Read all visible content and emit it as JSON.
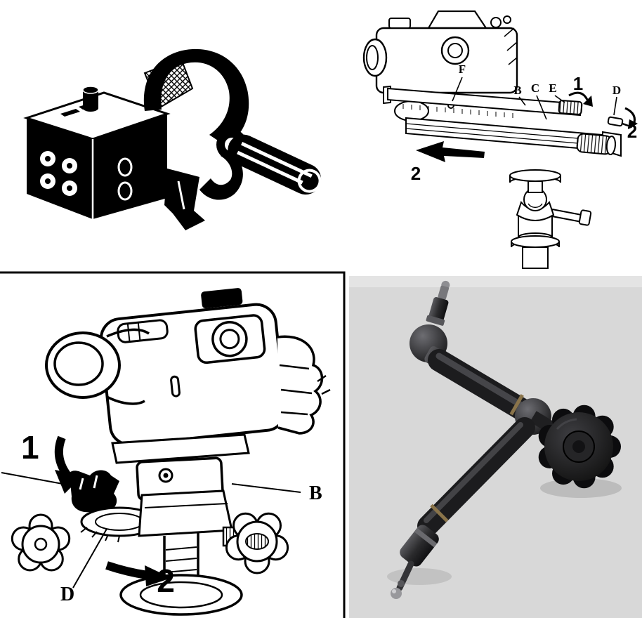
{
  "panel_top_right": {
    "label_f": "F",
    "label_b": "B",
    "label_c": "C",
    "label_e": "E",
    "label_d": "D",
    "step_1": "1",
    "step_2_right": "2",
    "step_2_bottom": "2"
  },
  "panel_bottom_left": {
    "step_1": "1",
    "step_2": "2",
    "label_b": "B",
    "label_d": "D"
  },
  "colors": {
    "ink": "#000000",
    "paper": "#ffffff",
    "photo_background": "#d8d8d8",
    "arm_metal": "#2a2a2c",
    "brass_ring": "#8a744a"
  }
}
